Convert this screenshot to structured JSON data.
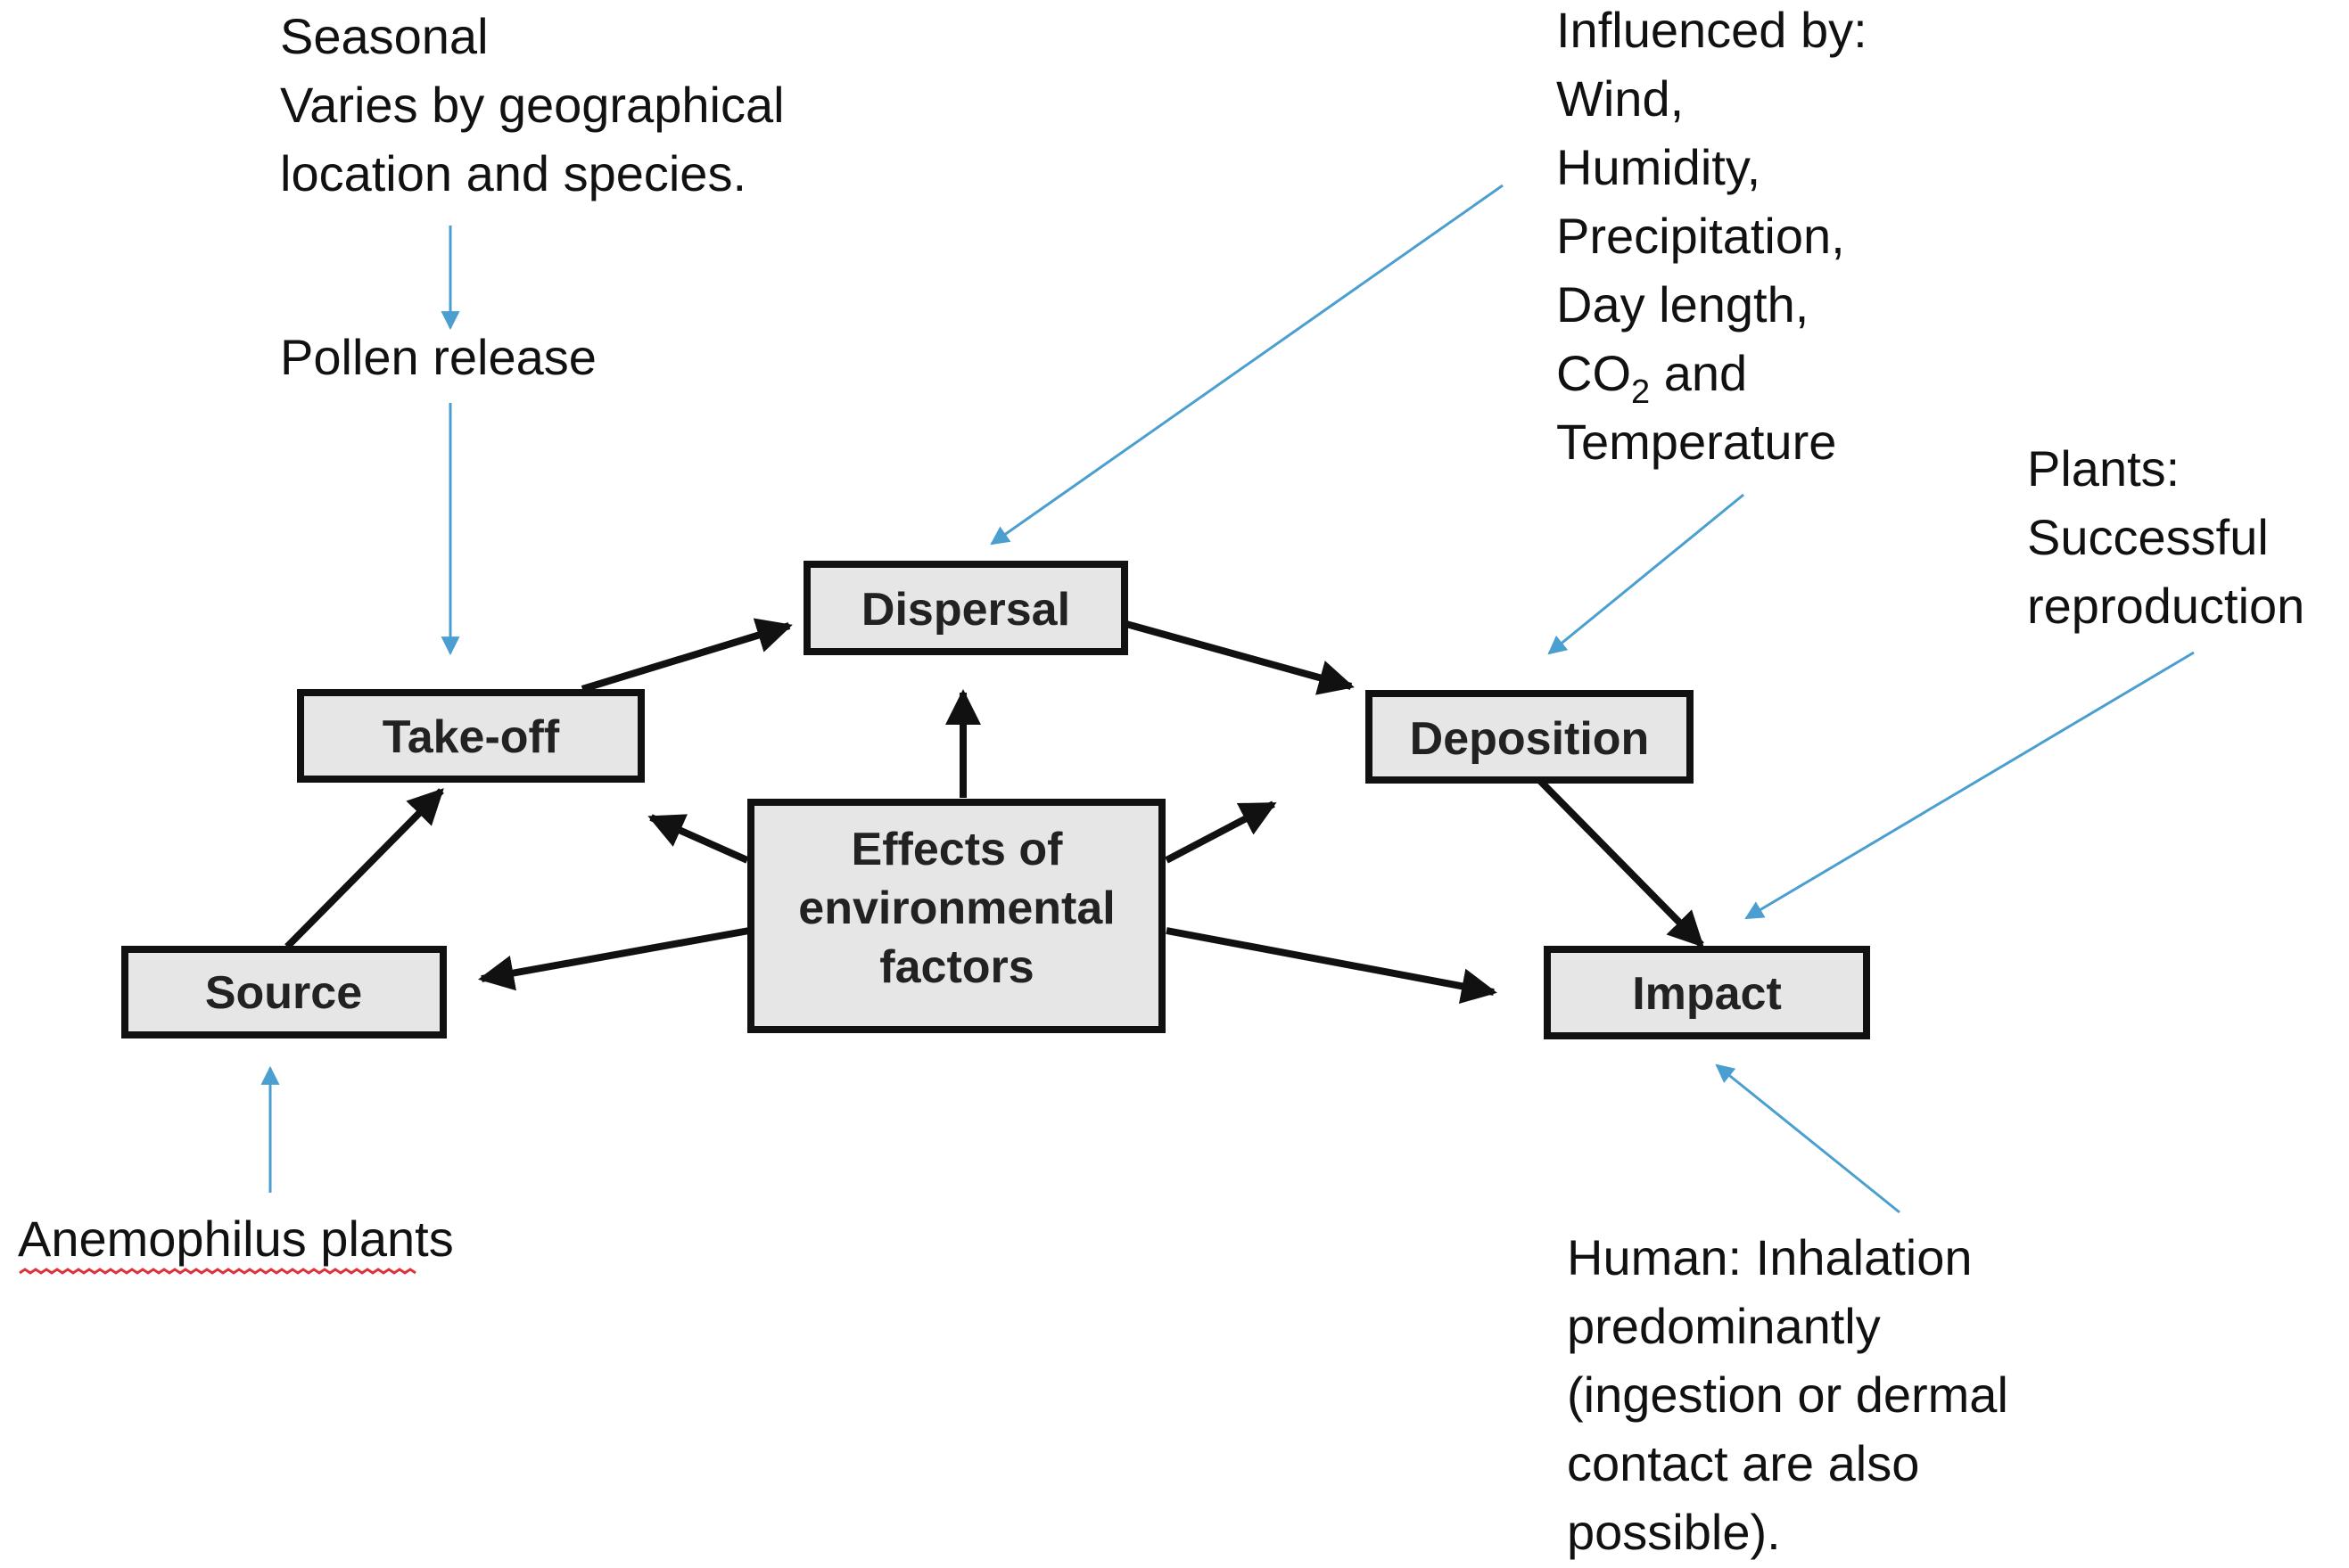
{
  "boxes": {
    "source": "Source",
    "takeoff": "Take-off",
    "dispersal": "Dispersal",
    "deposition": "Deposition",
    "impact": "Impact",
    "effects": [
      "Effects of",
      "environmental",
      "factors"
    ]
  },
  "notes": {
    "seasonal": [
      "Seasonal",
      "Varies by geographical",
      "location and species."
    ],
    "pollen_release": "Pollen release",
    "influenced": [
      "Influenced by:",
      "Wind,",
      "Humidity,",
      "Precipitation,",
      "Day length,",
      "CO",
      "2",
      " and",
      "Temperature"
    ],
    "plants": [
      "Plants:",
      "Successful",
      "reproduction"
    ],
    "anemophilus": "Anemophilus plants",
    "human": [
      "Human: Inhalation",
      "predominantly",
      "(ingestion or dermal",
      "contact are also",
      "possible)."
    ]
  },
  "colors": {
    "box_fill": "#e6e6e6",
    "box_stroke": "#111111",
    "black_arrow": "#111111",
    "blue_arrow": "#4a9fd0",
    "spellcheck_underline": "#e0303a"
  }
}
